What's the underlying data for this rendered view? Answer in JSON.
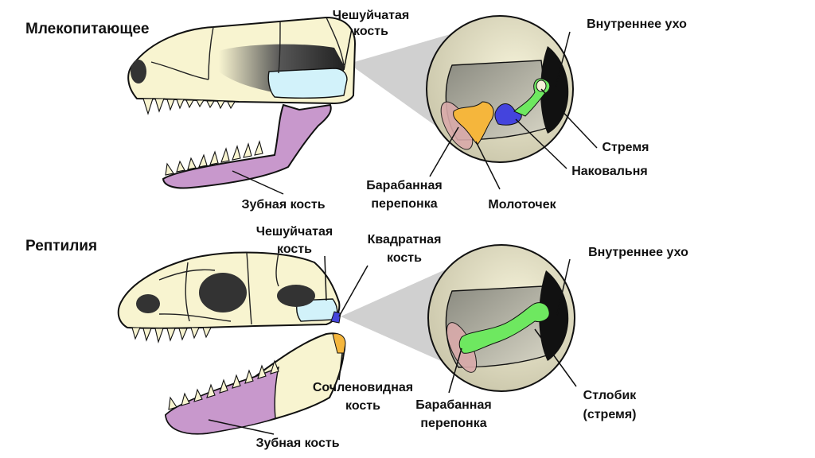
{
  "mammal": {
    "heading": "Млекопитающее",
    "squamosal": [
      "Чешуйчатая",
      "кость"
    ],
    "inner_ear": "Внутреннее ухо",
    "stapes": "Стремя",
    "incus": "Наковальня",
    "tympanum": [
      "Барабанная",
      "перепонка"
    ],
    "malleus": "Молоточек",
    "dentary": "Зубная кость"
  },
  "reptile": {
    "heading": "Рептилия",
    "squamosal": [
      "Чешуйчатая",
      "кость"
    ],
    "quadrate": [
      "Квадратная",
      "кость"
    ],
    "inner_ear": "Внутреннее ухо",
    "articular": [
      "Сочленовидная",
      "кость"
    ],
    "tympanum": [
      "Барабанная",
      "перепонка"
    ],
    "columella": [
      "Стлобик",
      "(стремя)"
    ],
    "dentary": "Зубная кость"
  },
  "colors": {
    "bone": "#f8f4d0",
    "squamosal": "#d2f2fa",
    "dentary": "#c898cc",
    "quadrate": "#4444dd",
    "articular": "#f5b63c",
    "stapes": "#6ee860",
    "tympanum": "#d9aaaa"
  }
}
